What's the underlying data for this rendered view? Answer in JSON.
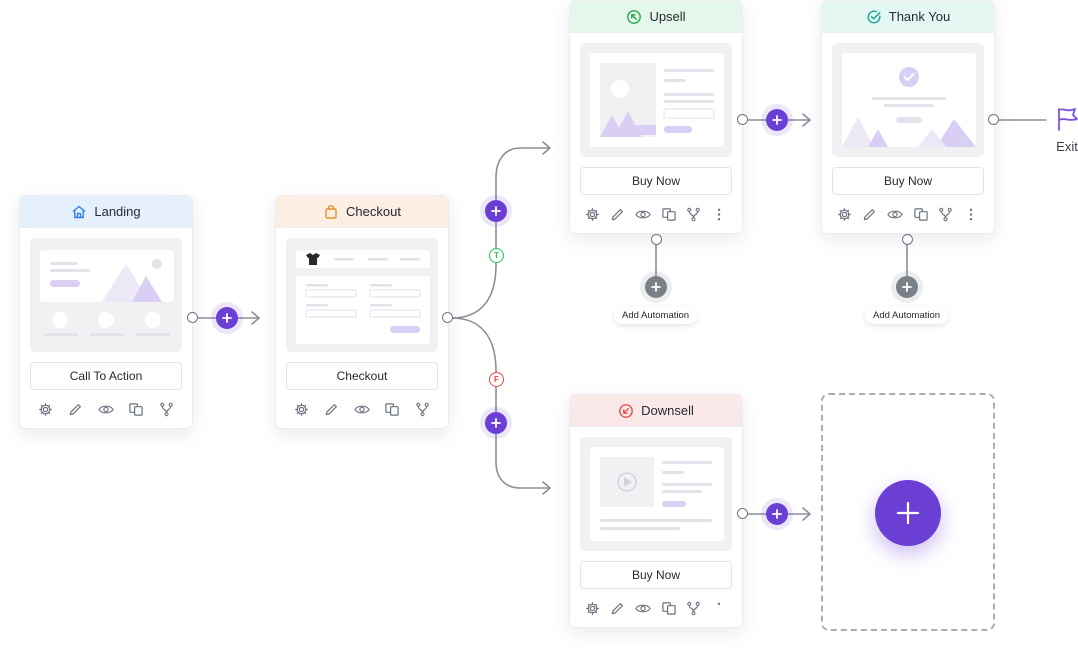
{
  "colors": {
    "accent": "#6c3fd4",
    "connector": "#8a909b",
    "true_branch": "#22c55e",
    "false_branch": "#ef4444",
    "landing_header": "#e6f0fd",
    "checkout_header": "#fdeee4",
    "upsell_header": "#e5f7ea",
    "thankyou_header": "#e4f7f2",
    "downsell_header": "#fbe9ea"
  },
  "steps": {
    "landing": {
      "title": "Landing",
      "icon": "home-icon",
      "button": "Call To Action"
    },
    "checkout": {
      "title": "Checkout",
      "icon": "shopping-bag-icon",
      "button": "Checkout"
    },
    "upsell": {
      "title": "Upsell",
      "icon": "arrow-up-circle-icon",
      "button": "Buy Now",
      "automation": "Add Automation"
    },
    "thankyou": {
      "title": "Thank You",
      "icon": "check-circle-icon",
      "button": "Buy Now",
      "automation": "Add Automation"
    },
    "downsell": {
      "title": "Downsell",
      "icon": "arrow-down-circle-icon",
      "button": "Buy Now"
    }
  },
  "branches": {
    "true_label": "T",
    "false_label": "F"
  },
  "exit": {
    "label": "Exit",
    "icon": "flag-icon"
  },
  "toolbar_icons": [
    "gear-icon",
    "pencil-icon",
    "eye-icon",
    "duplicate-icon",
    "split-icon",
    "more-icon"
  ]
}
